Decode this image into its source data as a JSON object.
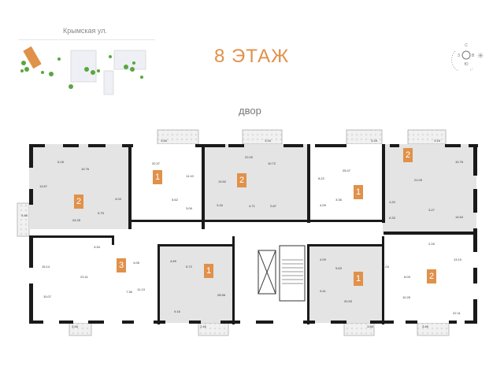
{
  "header": {
    "street": "Крымская ул.",
    "floor_title": "8 ЭТАЖ",
    "yard_label": "двор"
  },
  "compass": {
    "letters": [
      "С",
      "Ю",
      "З",
      "В"
    ]
  },
  "colors": {
    "accent": "#e0914a",
    "wall": "#1a1a1a",
    "shaded": "#e4e4e4",
    "tree": "#5aa63f"
  },
  "apartments": [
    {
      "rooms": "2"
    },
    {
      "rooms": "1"
    },
    {
      "rooms": "2"
    },
    {
      "rooms": "1"
    },
    {
      "rooms": "2"
    },
    {
      "rooms": "3"
    },
    {
      "rooms": "1"
    },
    {
      "rooms": "1"
    },
    {
      "rooms": "2"
    }
  ],
  "areas": [
    "6.18",
    "10.76",
    "13.57",
    "4.04",
    "24.25",
    "5.75",
    "20.37",
    "11.10",
    "5.62",
    "3.09",
    "13.52",
    "3.16",
    "22.00",
    "10.72",
    "4.71",
    "2.87",
    "8.22",
    "4.09",
    "3.36",
    "25.47",
    "21.09",
    "10.76",
    "4.20",
    "3.27",
    "14.64",
    "6.33",
    "3.34",
    "15.14",
    "23.11",
    "10.07",
    "4.06",
    "7.36",
    "11.13",
    "4.69",
    "6.72",
    "9.16",
    "28.56",
    "4.09",
    "5.63",
    "9.41",
    "20.53",
    "4.04",
    "6.03",
    "10.25",
    "2.16",
    "13.10",
    "22.11"
  ],
  "balconies": [
    "3.46",
    "3.16",
    "3.16",
    "3.16",
    "3.46",
    "3.46",
    "2.46",
    "3.66",
    "3.46"
  ]
}
